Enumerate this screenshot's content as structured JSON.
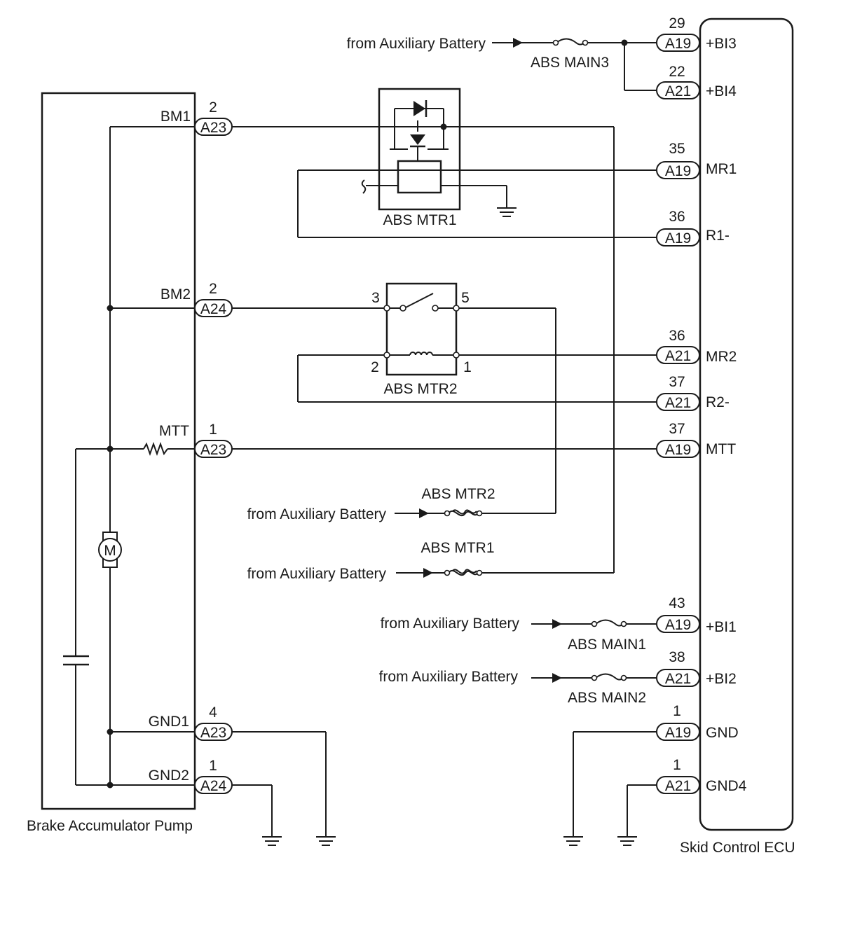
{
  "components": {
    "pump": "Brake Accumulator Pump",
    "ecu": "Skid Control ECU",
    "relay1": "ABS MTR1",
    "relay2": "ABS MTR2",
    "motor": "M"
  },
  "pump_pins": {
    "bm1": {
      "name": "BM1",
      "num": "2",
      "conn": "A23"
    },
    "bm2": {
      "name": "BM2",
      "num": "2",
      "conn": "A24"
    },
    "mtt": {
      "name": "MTT",
      "num": "1",
      "conn": "A23"
    },
    "gnd1": {
      "name": "GND1",
      "num": "4",
      "conn": "A23"
    },
    "gnd2": {
      "name": "GND2",
      "num": "1",
      "conn": "A24"
    }
  },
  "ecu_pins": {
    "bi3": {
      "name": "+BI3",
      "num": "29",
      "conn": "A19"
    },
    "bi4": {
      "name": "+BI4",
      "num": "22",
      "conn": "A21"
    },
    "mr1": {
      "name": "MR1",
      "num": "35",
      "conn": "A19"
    },
    "r1": {
      "name": "R1-",
      "num": "36",
      "conn": "A19"
    },
    "mr2": {
      "name": "MR2",
      "num": "36",
      "conn": "A21"
    },
    "r2": {
      "name": "R2-",
      "num": "37",
      "conn": "A21"
    },
    "mtt": {
      "name": "MTT",
      "num": "37",
      "conn": "A19"
    },
    "bi1": {
      "name": "+BI1",
      "num": "43",
      "conn": "A19"
    },
    "bi2": {
      "name": "+BI2",
      "num": "38",
      "conn": "A21"
    },
    "gnd": {
      "name": "GND",
      "num": "1",
      "conn": "A19"
    },
    "gnd4": {
      "name": "GND4",
      "num": "1",
      "conn": "A21"
    }
  },
  "relay2_pins": {
    "p3": "3",
    "p5": "5",
    "p2": "2",
    "p1": "1"
  },
  "sources": {
    "main3": {
      "from": "from Auxiliary Battery",
      "fuse": "ABS MAIN3"
    },
    "mtr2": {
      "from": "from Auxiliary Battery",
      "fuse": "ABS MTR2"
    },
    "mtr1": {
      "from": "from Auxiliary Battery",
      "fuse": "ABS MTR1"
    },
    "main1": {
      "from": "from Auxiliary Battery",
      "fuse": "ABS MAIN1"
    },
    "main2": {
      "from": "from Auxiliary Battery",
      "fuse": "ABS MAIN2"
    }
  },
  "colors": {
    "line": "#1a1a1a",
    "background": "#ffffff"
  }
}
